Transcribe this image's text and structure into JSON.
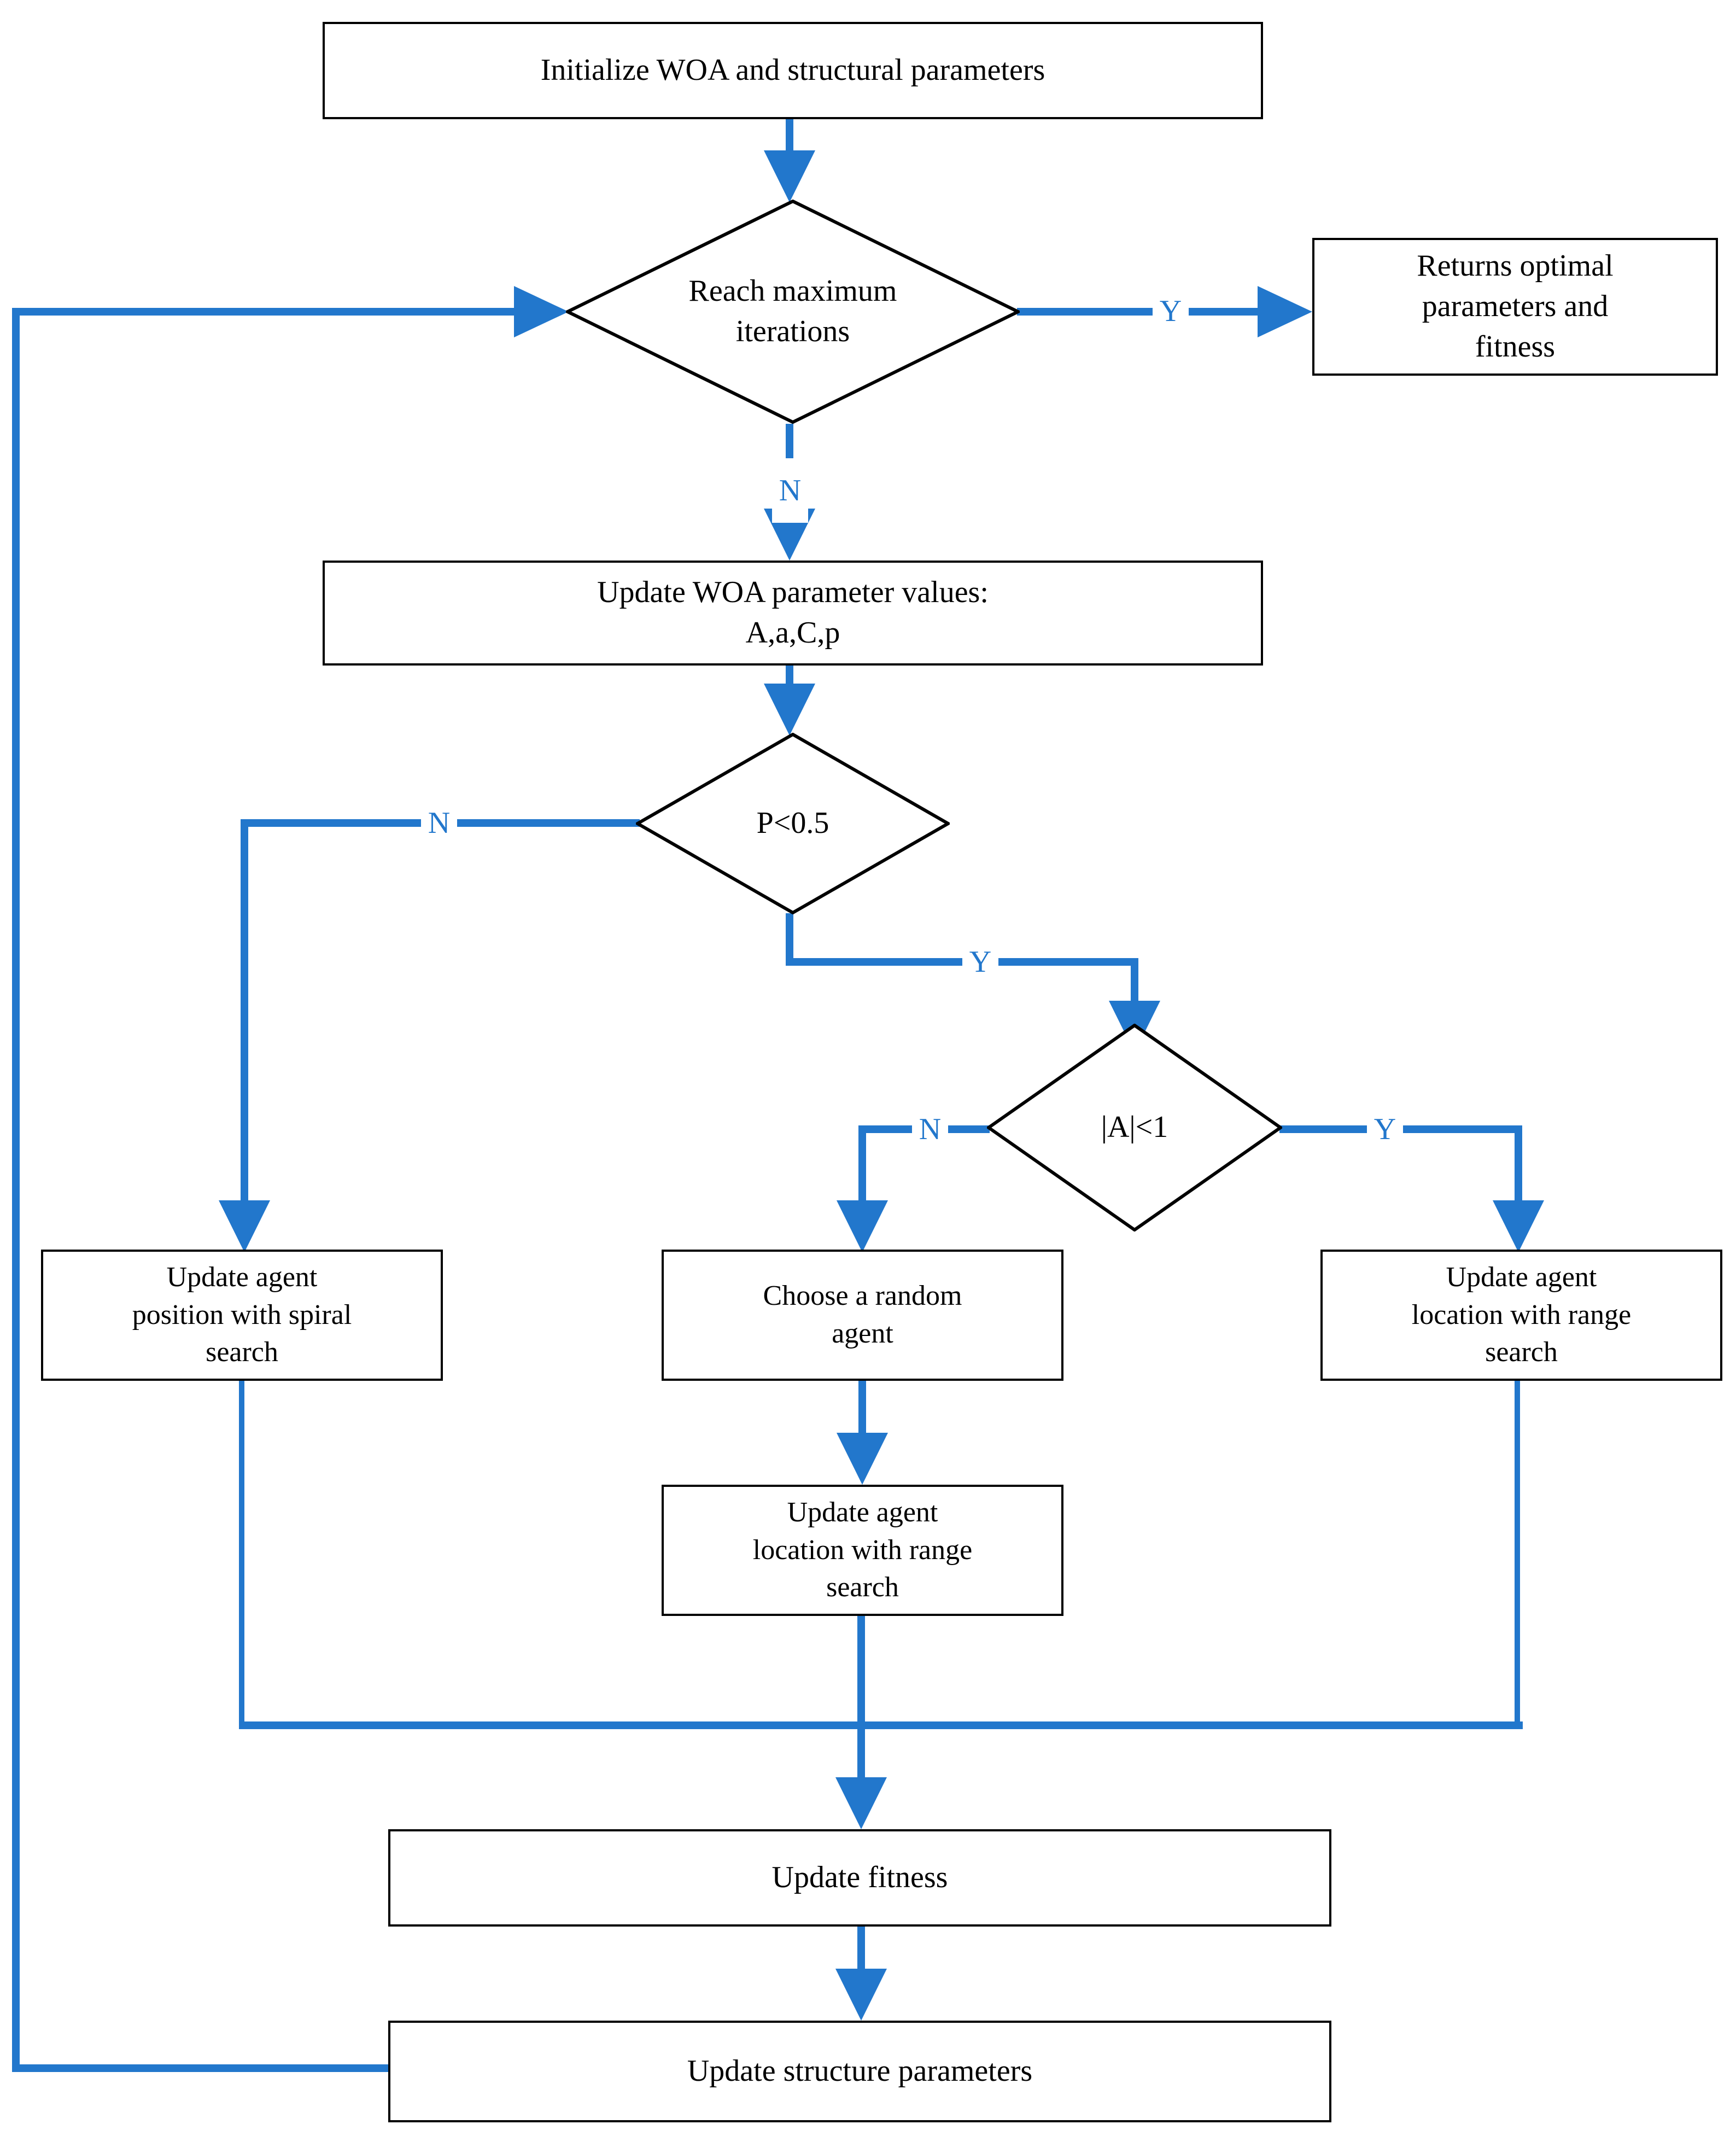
{
  "diagram": {
    "title": "WOA optimization flowchart",
    "accent_color": "#2277cc",
    "outline_color": "#000000",
    "background_color": "#ffffff",
    "type": "flowchart"
  },
  "nodes": {
    "init": {
      "shape": "process",
      "text": "Initialize WOA and structural parameters"
    },
    "reach_max": {
      "shape": "decision",
      "line1": "Reach maximum",
      "line2": "iterations"
    },
    "returns": {
      "shape": "process",
      "line1": "Returns optimal",
      "line2": "parameters and",
      "line3": "fitness"
    },
    "update_woa": {
      "shape": "process",
      "line1": "Update WOA parameter values:",
      "line2": "A,a,C,p"
    },
    "p_lt_half": {
      "shape": "decision",
      "text": "P<0.5"
    },
    "abs_a_lt_one": {
      "shape": "decision",
      "text": "|A|<1"
    },
    "spiral": {
      "shape": "process",
      "line1": "Update agent",
      "line2": "position with spiral",
      "line3": "search"
    },
    "random_agent": {
      "shape": "process",
      "line1": "Choose a random",
      "line2": "agent"
    },
    "range_mid": {
      "shape": "process",
      "line1": "Update agent",
      "line2": "location with range",
      "line3": "search"
    },
    "range_right": {
      "shape": "process",
      "line1": "Update agent",
      "line2": "location with range",
      "line3": "search"
    },
    "update_fitness": {
      "shape": "process",
      "text": "Update fitness"
    },
    "update_structure": {
      "shape": "process",
      "text": "Update structure parameters"
    }
  },
  "edge_labels": {
    "reach_yes": "Y",
    "reach_no": "N",
    "p_no": "N",
    "p_yes": "Y",
    "a_no": "N",
    "a_yes": "Y"
  }
}
